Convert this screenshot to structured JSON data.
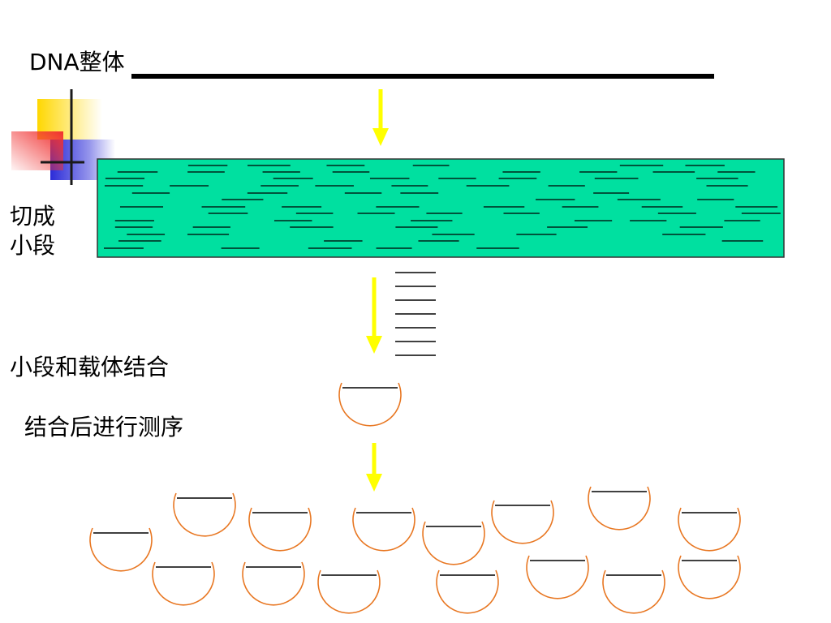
{
  "labels": {
    "dna_whole": "DNA整体",
    "cut_line1": "切成",
    "cut_line2": "小段",
    "combine": "小段和载体结合",
    "sequence": "结合后进行测序"
  },
  "colors": {
    "dna_bar": "#000000",
    "gel_fill": "#00E0A0",
    "arrow": "#FFFF00",
    "vector": "#E87722",
    "deco_yellow": "#FFD700",
    "deco_blue": "#2B2BD8",
    "deco_red": "#F03030"
  },
  "icons": [
    "decorative-squares-icon",
    "down-arrow-icon",
    "vector-icon"
  ]
}
